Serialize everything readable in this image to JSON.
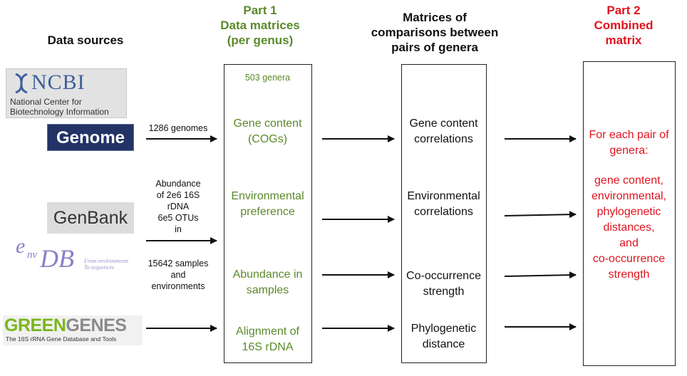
{
  "headers": {
    "data_sources": "Data sources",
    "part1": [
      "Part 1",
      "Data matrices",
      "(per genus)"
    ],
    "comparisons": [
      "Matrices of",
      "comparisons between",
      "pairs of genera"
    ],
    "part2": [
      "Part 2",
      "Combined",
      "matrix"
    ]
  },
  "logos": {
    "ncbi": {
      "name": "NCBI",
      "subtitle": [
        "National Center for",
        "Biotechnology Information"
      ]
    },
    "genome": "Genome",
    "genbank": "GenBank",
    "envdb": {
      "e": "e",
      "nv": "nv",
      "db": "DB",
      "tagline": [
        "From environments",
        "To sequences"
      ]
    },
    "greengenes": {
      "green": "GREEN",
      "genes": "GENES",
      "tagline": "The 16S rRNA Gene Database and Tools"
    }
  },
  "source_labels": {
    "genomes": "1286 genomes",
    "abundance": [
      "Abundance",
      "of 2e6 16S",
      "rDNA",
      "6e5 OTUs",
      "in"
    ],
    "samples": [
      "15642 samples",
      "and",
      "environments"
    ]
  },
  "part1_box": {
    "genera": "503 genera",
    "items": [
      [
        "Gene content",
        "(COGs)"
      ],
      [
        "Environmental",
        "preference"
      ],
      [
        "Abundance in",
        "samples"
      ],
      [
        "Alignment of",
        "16S rDNA"
      ]
    ]
  },
  "comparison_box": {
    "items": [
      [
        "Gene content",
        "correlations"
      ],
      [
        "Environmental",
        "correlations"
      ],
      [
        "Co-occurrence",
        "strength"
      ],
      [
        "Phylogenetic",
        "distance"
      ]
    ]
  },
  "part2_box": {
    "intro": [
      "For each pair of",
      "genera:"
    ],
    "items": [
      "gene content,",
      "environmental,",
      "phylogenetic",
      "distances,",
      "and",
      "co-occurrence",
      "strength"
    ]
  },
  "colors": {
    "part1": "#5a8a2a",
    "part2": "#e0141e",
    "genome_bg": "#233366",
    "greengenes_green": "#7ab51d"
  }
}
